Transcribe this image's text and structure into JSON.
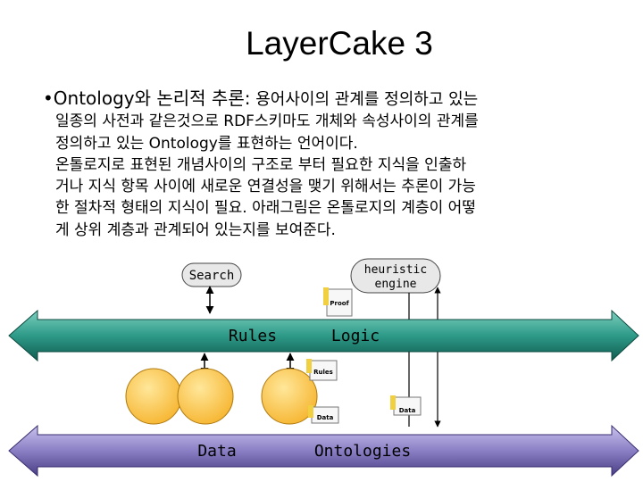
{
  "title": "LayerCake 3",
  "paragraph": {
    "bullet": "•",
    "lead": "Ontology와 논리적 추론:",
    "lines": [
      "용어사이의 관계를 정의하고 있는",
      "일종의 사전과 같은것으로 RDF스키마도 개체와 속성사이의 관계를",
      "정의하고 있는 Ontology를 표현하는 언어이다.",
      "온톨로지로 표현된 개념사이의 구조로 부터 필요한 지식을 인출하",
      "거나 지식 항목 사이에 새로운 연결성을 맺기 위해서는 추론이 가능",
      "한 절차적 형태의 지식이 필요. 아래그림은 온톨로지의 계층이 어떻",
      "게 상위 계층과 관계되어 있는지를 보여준다."
    ]
  },
  "diagram": {
    "search": "Search",
    "heuristic_line1": "heuristic",
    "heuristic_line2": "engine",
    "rules_label": "Rules",
    "logic_label": "Logic",
    "data_label": "Data",
    "ontologies_label": "Ontologies",
    "doc_proof": "Proof",
    "doc_rules": "Rules",
    "doc_data1": "Data",
    "doc_data2": "Data",
    "colors": {
      "teal_band": "#2e9a88",
      "purple_band": "#8a7fc4",
      "circle_fill": "#ffd060",
      "bubble_fill": "#e8e8e8"
    }
  }
}
